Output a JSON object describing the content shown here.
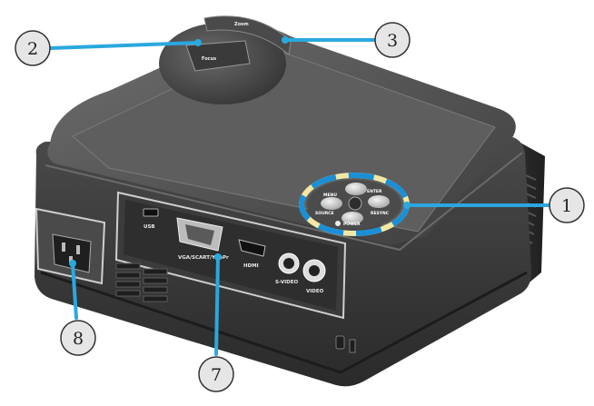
{
  "callouts": [
    {
      "number": "1",
      "target": "control-panel"
    },
    {
      "number": "2",
      "target": "focus-ring"
    },
    {
      "number": "3",
      "target": "zoom-ring"
    },
    {
      "number": "7",
      "target": "input-output-connections"
    },
    {
      "number": "8",
      "target": "power-socket"
    }
  ],
  "lens_labels": {
    "zoom": "Zoom",
    "focus": "Focus"
  },
  "io_panel_labels": {
    "usb": "USB",
    "vga": "VGA/SCART/YPbPr",
    "hdmi": "HDMI",
    "svideo": "S-VIDEO",
    "video": "VIDEO"
  },
  "keypad_labels": {
    "power": "POWER",
    "menu": "MENU",
    "enter": "ENTER",
    "source": "SOURCE",
    "resync": "RESYNC"
  },
  "colors": {
    "callout_line": "#2aa8de",
    "callout_fill": "#e6e6e6",
    "ring_blue": "#1b8fd6",
    "ring_yellow": "#f3e7a6",
    "body": "#3a3a3a"
  }
}
